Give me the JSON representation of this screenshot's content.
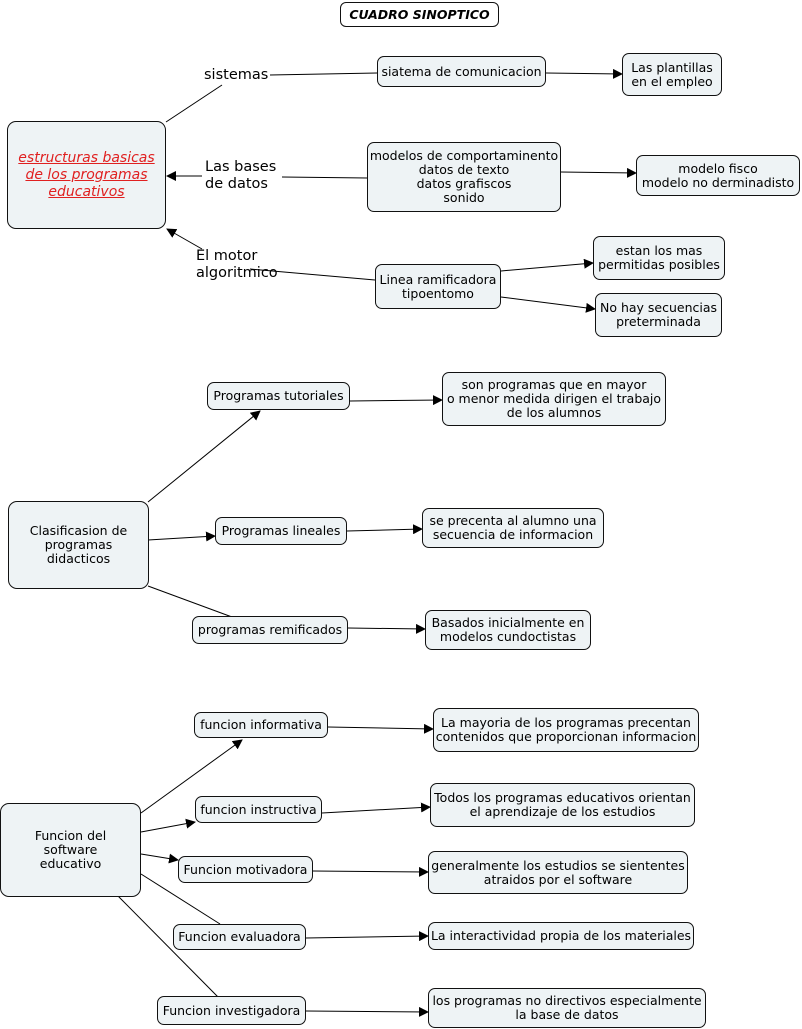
{
  "title": "CUADRO SINOPTICO",
  "section1": {
    "root": "estructuras basicas\n de los programas\neducativos",
    "branch_sistemas": "sistemas",
    "branch_bases": "Las bases\nde datos",
    "branch_motor": "El motor\nalgoritmico",
    "sistemas_node": "siatema de comunicacion",
    "plantillas": "Las plantillas\nen el empleo",
    "bases_node": "modelos de comportaminento\ndatos de texto\ndatos grafiscos\nsonido",
    "modelo_fisco": "modelo fisco\nmodelo no derminadisto",
    "motor_node": "Linea ramificadora\ntipoentomo",
    "estan": "estan los mas\npermitidas posibles",
    "no_hay": "No hay secuencias\npreterminada"
  },
  "section2": {
    "root": "Clasificasion de\nprogramas\ndidacticos",
    "tutoriales": "Programas tutoriales",
    "tutoriales_desc": "son programas que en mayor\no menor medida dirigen el trabajo\nde los alumnos",
    "lineales": "Programas lineales",
    "lineales_desc": "se precenta al alumno una\nsecuencia de informacion",
    "remificados": "programas remificados",
    "remificados_desc": "Basados inicialmente en\nmodelos cundoctistas"
  },
  "section3": {
    "root": "Funcion del\nsoftware\neducativo",
    "informativa": "funcion informativa",
    "informativa_desc": "La mayoria de los programas precentan\ncontenidos que proporcionan informacion",
    "instructiva": "funcion instructiva",
    "instructiva_desc": "Todos los programas educativos orientan\nel aprendizaje de los estudios",
    "motivadora": "Funcion motivadora",
    "motivadora_desc": "generalmente los estudios se siententes\natraidos por el software",
    "evaluadora": "Funcion evaluadora",
    "evaluadora_desc": "La interactividad propia de los materiales",
    "investigadora": "Funcion investigadora",
    "investigadora_desc": "los programas no directivos especialmente\nla base de datos"
  }
}
